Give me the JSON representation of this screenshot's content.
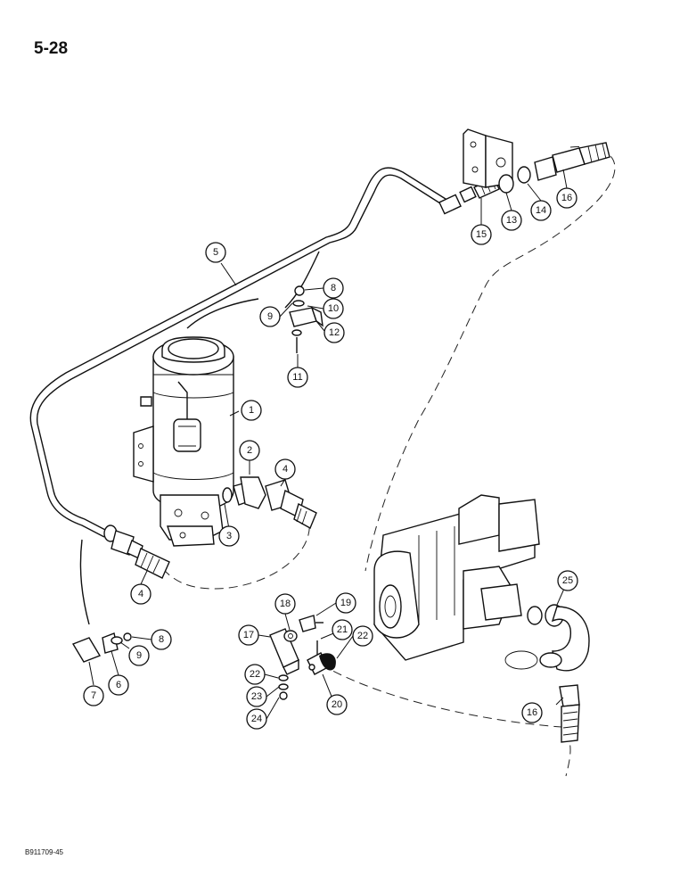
{
  "page": {
    "number": "5-28",
    "ref_code": "B911709-45"
  },
  "callouts": [
    {
      "key": "c1",
      "label": "1"
    },
    {
      "key": "c2",
      "label": "2"
    },
    {
      "key": "c3",
      "label": "3"
    },
    {
      "key": "c4a",
      "label": "4"
    },
    {
      "key": "c4b",
      "label": "4"
    },
    {
      "key": "c5",
      "label": "5"
    },
    {
      "key": "c6",
      "label": "6"
    },
    {
      "key": "c7",
      "label": "7"
    },
    {
      "key": "c8a",
      "label": "8"
    },
    {
      "key": "c8b",
      "label": "8"
    },
    {
      "key": "c9a",
      "label": "9"
    },
    {
      "key": "c9b",
      "label": "9"
    },
    {
      "key": "c10",
      "label": "10"
    },
    {
      "key": "c11",
      "label": "11"
    },
    {
      "key": "c12",
      "label": "12"
    },
    {
      "key": "c13",
      "label": "13"
    },
    {
      "key": "c14",
      "label": "14"
    },
    {
      "key": "c15",
      "label": "15"
    },
    {
      "key": "c16a",
      "label": "16"
    },
    {
      "key": "c16b",
      "label": "16"
    },
    {
      "key": "c17",
      "label": "17"
    },
    {
      "key": "c18",
      "label": "18"
    },
    {
      "key": "c19",
      "label": "19"
    },
    {
      "key": "c20",
      "label": "20"
    },
    {
      "key": "c21",
      "label": "21"
    },
    {
      "key": "c22a",
      "label": "22"
    },
    {
      "key": "c22b",
      "label": "22"
    },
    {
      "key": "c23",
      "label": "23"
    },
    {
      "key": "c24",
      "label": "24"
    },
    {
      "key": "c25",
      "label": "25"
    }
  ]
}
